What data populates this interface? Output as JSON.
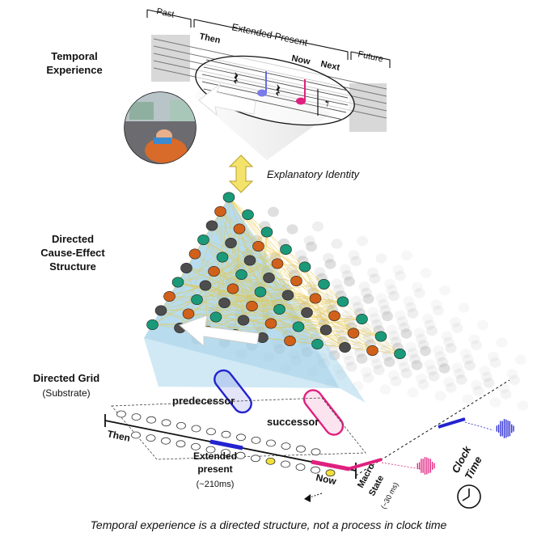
{
  "labels": {
    "temporal_experience": [
      "Temporal",
      "Experience"
    ],
    "explanatory_identity": "Explanatory Identity",
    "cause_effect": [
      "Directed",
      "Cause-Effect",
      "Structure"
    ],
    "directed_grid": "Directed Grid",
    "substrate": "(Substrate)",
    "past": "Past",
    "extended_present_top": "Extended Present",
    "future": "Future",
    "then_top": "Then",
    "now_top": "Now",
    "next_top": "Next",
    "predecessor": "predecessor",
    "successor": "successor",
    "then_bottom": "Then",
    "extended_bottom": [
      "Extended",
      "present",
      "(~210ms)"
    ],
    "now_bottom": "Now",
    "macro_state": [
      "Macro",
      "State",
      "(~30 ms)"
    ],
    "clock_time": [
      "Clock",
      "Time"
    ],
    "caption": "Temporal experience is a directed structure, not a process in clock time"
  },
  "colors": {
    "teal": "#1a9a78",
    "orange": "#d0601a",
    "dark": "#4d4d4d",
    "blue": "#2323d0",
    "magenta": "#e0207e",
    "yellow_edge": "#e8c436",
    "light_blue": "#a9d7ec",
    "arrow_yellow": "#f4e36a"
  },
  "icons": [
    "left-arrow-icon",
    "double-arrow-icon",
    "clock-icon",
    "quarter-rest-icon",
    "eighth-rest-icon"
  ]
}
